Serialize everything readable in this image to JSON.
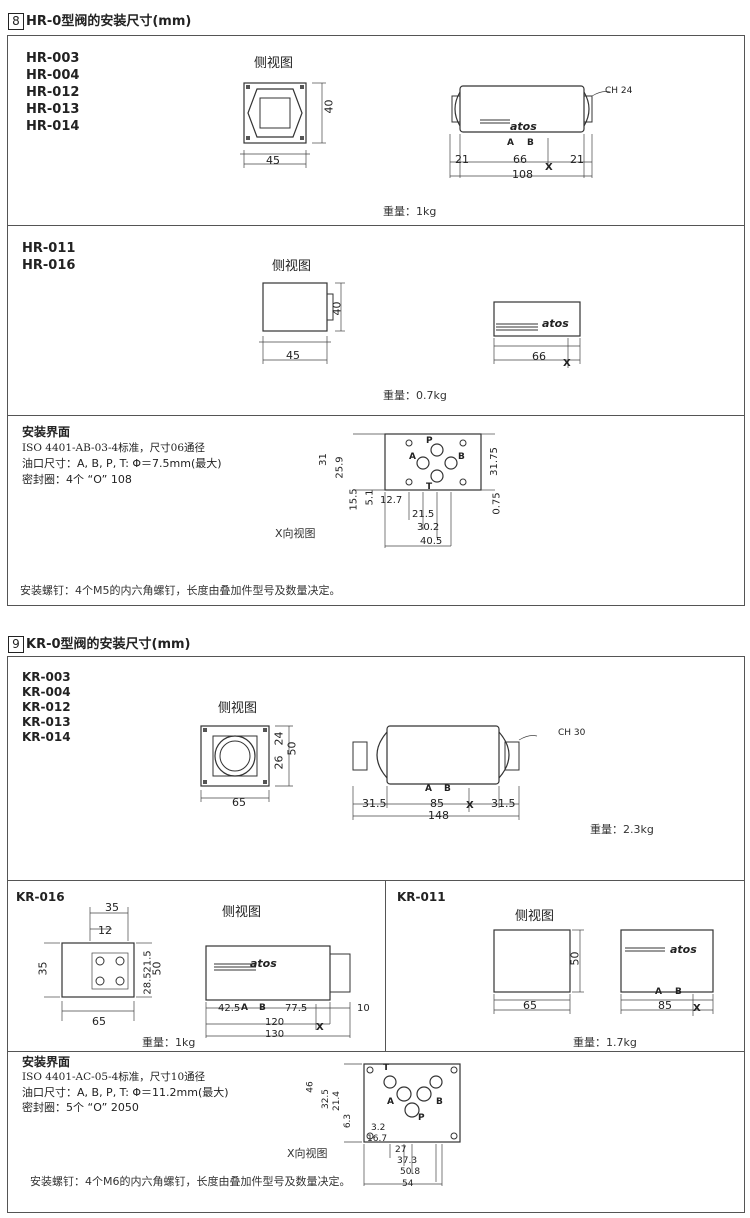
{
  "section8": {
    "num": "8",
    "title": "HR-0型阀的安装尺寸(mm)",
    "block1": {
      "models": [
        "HR-003",
        "HR-004",
        "HR-012",
        "HR-013",
        "HR-014"
      ],
      "side_view": "侧视图",
      "weight": "重量：1kg",
      "dims": {
        "w45": "45",
        "h40": "40",
        "d21a": "21",
        "d66": "66",
        "d21b": "21",
        "d108": "108",
        "ch": "CH 24",
        "A": "A",
        "B": "B",
        "X": "X",
        "brand": "atos"
      }
    },
    "block2": {
      "models": [
        "HR-011",
        "HR-016"
      ],
      "side_view": "侧视图",
      "weight": "重量：0.7kg",
      "dims": {
        "w45": "45",
        "h40": "40",
        "d66": "66",
        "X": "X",
        "brand": "atos"
      }
    },
    "block3": {
      "title": "安装界面",
      "line1": "ISO 4401-AB-03-4标准，尺寸06通径",
      "line2": "油口尺寸：A, B, P, T: Φ＝7.5mm(最大)",
      "line3": "密封圈：4个 “O” 108",
      "xview": "X向视图",
      "screw": "安装螺钉：4个M5的内六角螺钉，长度由叠加件型号及数量决定。",
      "dims": {
        "d31": "31",
        "d259": "25.9",
        "d155": "15.5",
        "d51": "5.1",
        "d127": "12.7",
        "d215": "21.5",
        "d302": "30.2",
        "d405": "40.5",
        "d3175": "31.75",
        "d075": "0.75",
        "P": "P",
        "A": "A",
        "B": "B",
        "T": "T"
      }
    }
  },
  "section9": {
    "num": "9",
    "title": "KR-0型阀的安装尺寸(mm)",
    "block1": {
      "models": [
        "KR-003",
        "KR-004",
        "KR-012",
        "KR-013",
        "KR-014"
      ],
      "side_view": "侧视图",
      "weight": "重量：2.3kg",
      "dims": {
        "w65": "65",
        "h50": "50",
        "h26": "26",
        "h24": "24",
        "d315a": "31.5",
        "d85": "85",
        "d315b": "31.5",
        "d148": "148",
        "ch": "CH 30",
        "A": "A",
        "B": "B",
        "X": "X"
      }
    },
    "block2": {
      "model": "KR-016",
      "side_view": "侧视图",
      "weight": "重量：1kg",
      "dims": {
        "d35": "35",
        "d12": "12",
        "h35": "35",
        "d215": "21.5",
        "d285": "28.5",
        "h50": "50",
        "d65": "65",
        "d425": "42.5",
        "d775": "77.5",
        "d10": "10",
        "d120": "120",
        "d130": "130",
        "A": "A",
        "B": "B",
        "X": "X",
        "brand": "atos"
      }
    },
    "block3": {
      "model": "KR-011",
      "side_view": "侧视图",
      "weight": "重量：1.7kg",
      "dims": {
        "h50": "50",
        "d65": "65",
        "d85": "85",
        "A": "A",
        "B": "B",
        "X": "X",
        "brand": "atos"
      }
    },
    "block4": {
      "title": "安装界面",
      "line1": "ISO 4401-AC-05-4标准，尺寸10通径",
      "line2": "油口尺寸：A, B, P, T: Φ＝11.2mm(最大)",
      "line3": "密封圈：5个 “O” 2050",
      "xview": "X向视图",
      "screw": "安装螺钉：4个M6的内六角螺钉，长度由叠加件型号及数量决定。",
      "dims": {
        "d46": "46",
        "d325": "32.5",
        "d214": "21.4",
        "d63": "6.3",
        "d32": "3.2",
        "d167": "16.7",
        "d27": "27",
        "d373": "37.3",
        "d508": "50.8",
        "d54": "54",
        "T": "T",
        "A": "A",
        "B": "B",
        "P": "P"
      }
    }
  }
}
